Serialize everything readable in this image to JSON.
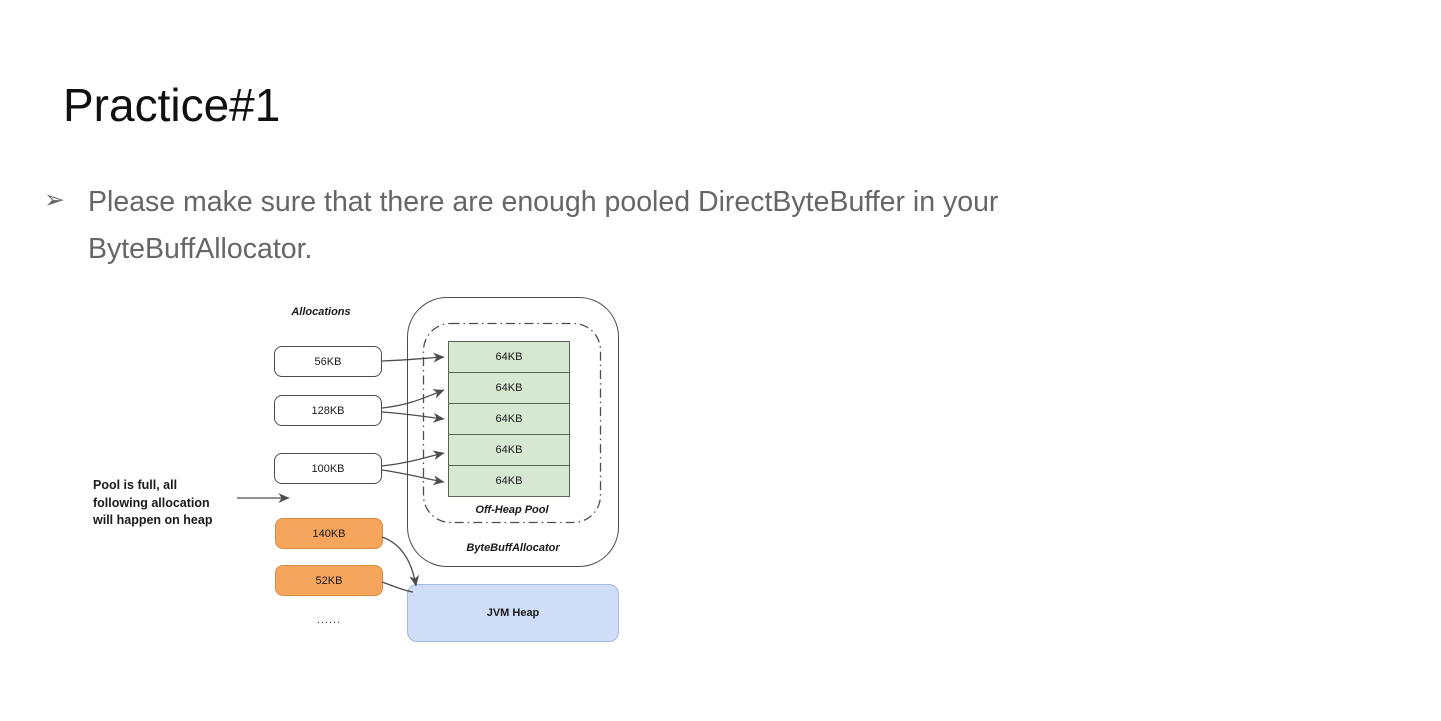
{
  "slide": {
    "title": "Practice#1",
    "bullet_marker": "➢",
    "bullet_line1": "Please make sure that there are enough pooled DirectByteBuffer in your",
    "bullet_line2": "ByteBuffAllocator."
  },
  "diagram": {
    "allocations_label": "Allocations",
    "allocation_boxes": [
      {
        "label": "56KB",
        "type": "pooled"
      },
      {
        "label": "128KB",
        "type": "pooled"
      },
      {
        "label": "100KB",
        "type": "pooled"
      },
      {
        "label": "140KB",
        "type": "heap"
      },
      {
        "label": "52KB",
        "type": "heap"
      }
    ],
    "ellipsis": "......",
    "pool_blocks": [
      "64KB",
      "64KB",
      "64KB",
      "64KB",
      "64KB"
    ],
    "offheap_pool_label": "Off-Heap Pool",
    "allocator_label": "ByteBuffAllocator",
    "jvm_heap_label": "JVM Heap",
    "annotation": [
      "Pool is full, all",
      "following allocation",
      "will happen on heap"
    ],
    "colors": {
      "pool_block_fill": "#d6e8d2",
      "pool_block_border": "#596457",
      "heap_alloc_fill": "#f6a55c",
      "heap_alloc_border": "#d98b3f",
      "jvm_heap_fill": "#cfdef6",
      "jvm_heap_border": "#a3bbe0",
      "stroke": "#4d4d4d",
      "body_text_gray": "#666666"
    }
  }
}
